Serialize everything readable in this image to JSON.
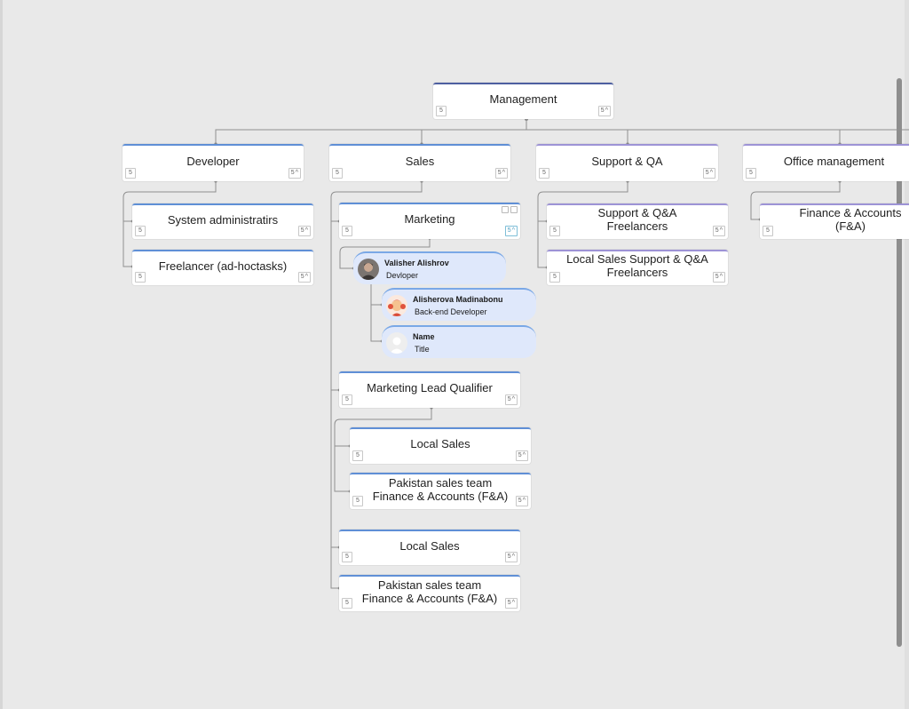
{
  "colors": {
    "background": "#e9e9e9",
    "node_accent": "#5f8fd6",
    "card_bg": "#dfe8fb"
  },
  "nodes": {
    "management": {
      "title": "Management",
      "count": "5",
      "expand": "5"
    },
    "developer": {
      "title": "Developer",
      "count": "5",
      "expand": "5"
    },
    "sales": {
      "title": "Sales",
      "count": "5",
      "expand": "5"
    },
    "support_qa": {
      "title": "Support & QA",
      "count": "5",
      "expand": "5"
    },
    "office_management": {
      "title": "Office management",
      "count": "5",
      "expand": ""
    },
    "system_admin": {
      "title": "System administratirs",
      "count": "5",
      "expand": "5"
    },
    "freelancer_adhoc": {
      "title": "Freelancer (ad-hoctasks)",
      "count": "5",
      "expand": "5"
    },
    "marketing": {
      "title": "Marketing",
      "count": "5",
      "expand": "5"
    },
    "support_qa_freelancers": {
      "title": "Support & Q&A\nFreelancers",
      "count": "5",
      "expand": "5"
    },
    "local_sales_support": {
      "title": "Local Sales Support & Q&A\nFreelancers",
      "count": "5",
      "expand": "5"
    },
    "finance_accounts": {
      "title": "Finance & Accounts\n(F&A)",
      "count": "5",
      "expand": ""
    },
    "marketing_lead_qualifier": {
      "title": "Marketing Lead Qualifier",
      "count": "5",
      "expand": "5"
    },
    "local_sales_1": {
      "title": "Local Sales",
      "count": "5",
      "expand": "5"
    },
    "pakistan_sales_1": {
      "title": "Pakistan sales team\nFinance & Accounts (F&A)",
      "count": "5",
      "expand": "5"
    },
    "local_sales_2": {
      "title": "Local Sales",
      "count": "5",
      "expand": "5"
    },
    "pakistan_sales_2": {
      "title": "Pakistan sales team\nFinance & Accounts (F&A)",
      "count": "5",
      "expand": "5"
    }
  },
  "people": {
    "valisher": {
      "name": "Valisher Alishrov",
      "role": "Devloper",
      "icon": "avatar-photo-icon"
    },
    "alisherova": {
      "name": "Alisherova Madinabonu",
      "role": "Back-end Developer",
      "icon": "avatar-illustration-icon"
    },
    "placeholder": {
      "name": "Name",
      "role": "Title",
      "icon": "avatar-placeholder-icon"
    }
  }
}
